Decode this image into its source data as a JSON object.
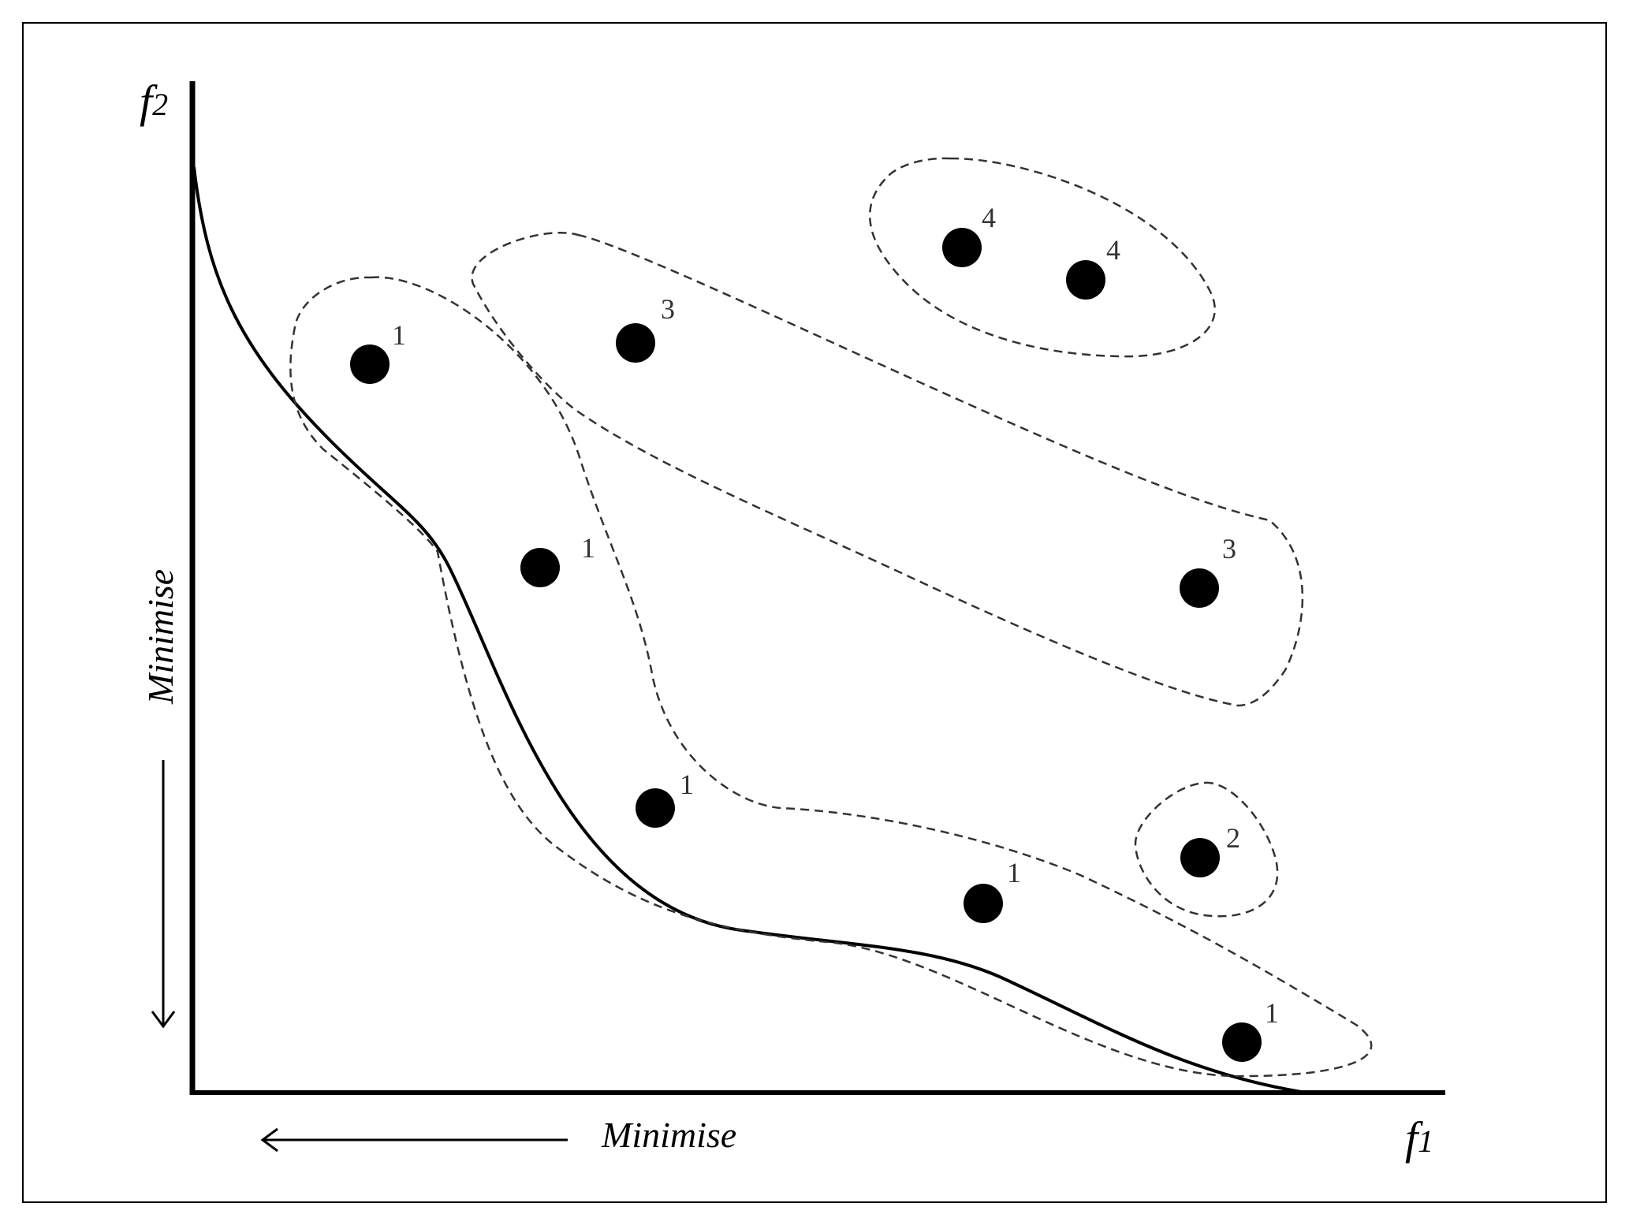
{
  "axes": {
    "x_label_main": "f",
    "x_label_sub": "1",
    "y_label_main": "f",
    "y_label_sub": "2",
    "x_direction_label": "Minimise",
    "y_direction_label": "Minimise"
  },
  "points": [
    {
      "rank": "1"
    },
    {
      "rank": "1"
    },
    {
      "rank": "1"
    },
    {
      "rank": "1"
    },
    {
      "rank": "1"
    },
    {
      "rank": "2"
    },
    {
      "rank": "3"
    },
    {
      "rank": "3"
    },
    {
      "rank": "4"
    },
    {
      "rank": "4"
    }
  ],
  "colors": {
    "ink": "#000000",
    "rank_label": "#333333",
    "frame": "#000000"
  }
}
